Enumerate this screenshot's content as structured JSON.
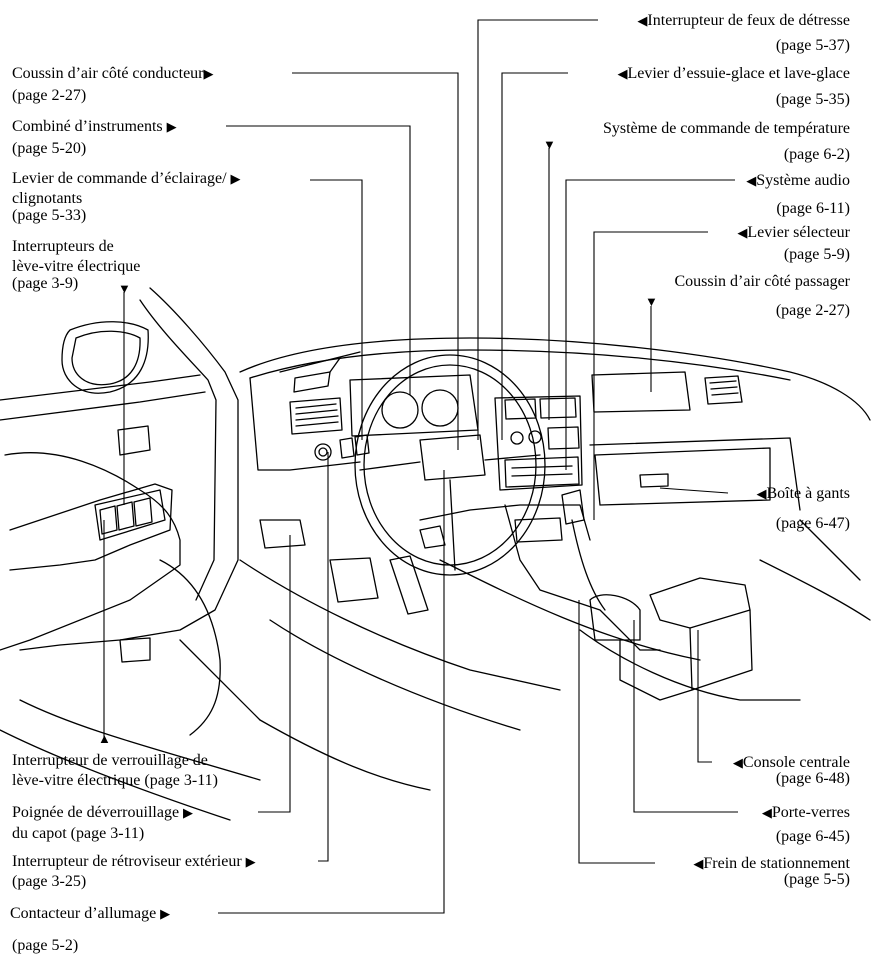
{
  "labels": {
    "hazard": {
      "text": "Interrupteur de feux de détresse",
      "page": "(page 5-37)"
    },
    "wiper": {
      "text": "Levier d’essuie-glace et lave-glace",
      "page": "(page 5-35)"
    },
    "climate": {
      "text": "Système de commande de température",
      "page": "(page 6-2)"
    },
    "audio": {
      "text": "Système audio",
      "page": "(page 6-11)"
    },
    "selector": {
      "text": "Levier sélecteur",
      "page": "(page 5-9)"
    },
    "passenger_airbag": {
      "text": "Coussin d’air côté passager",
      "page": "(page 2-27)"
    },
    "glovebox": {
      "text": "Boîte à gants",
      "page": "(page 6-47)"
    },
    "console": {
      "text": "Console centrale",
      "page": "(page 6-48)"
    },
    "cupholder": {
      "text": "Porte-verres",
      "page": "(page 6-45)"
    },
    "parking_brake": {
      "text": "Frein de stationnement",
      "page": "(page 5-5)"
    },
    "driver_airbag": {
      "text": "Coussin d’air côté conducteur",
      "page": "(page 2-27)"
    },
    "cluster": {
      "text": "Combiné d’instruments",
      "page": "(page 5-20)"
    },
    "lighting": {
      "line1": "Levier de commande d’éclairage/",
      "line2": "clignotants",
      "page": "(page 5-33)"
    },
    "power_window": {
      "line1": "Interrupteurs de",
      "line2": "lève-vitre électrique",
      "page": "(page 3-9)"
    },
    "window_lock": {
      "line1": "Interrupteur de verrouillage de",
      "line2": "lève-vitre électrique",
      "page": "(page 3-11)"
    },
    "hood_release": {
      "line1": "Poignée de déverrouillage",
      "line2": "du capot",
      "page": "(page 3-11)"
    },
    "mirror": {
      "text": "Interrupteur de rétroviseur extérieur",
      "page": "(page 3-25)"
    },
    "ignition": {
      "text": "Contacteur d’allumage",
      "page": "(page 5-2)"
    }
  }
}
